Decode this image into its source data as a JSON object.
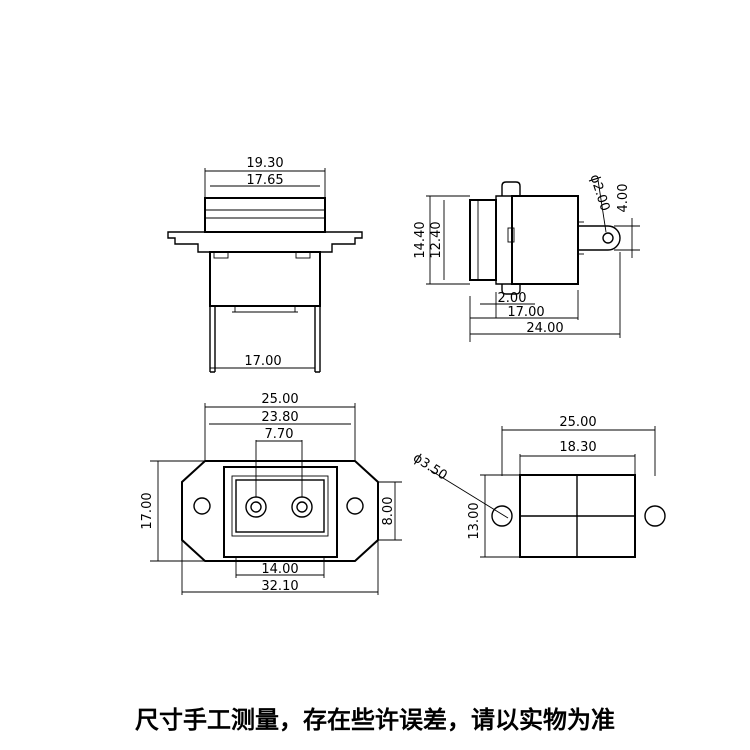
{
  "top_view": {
    "width_outer": "19.30",
    "width_inner": "17.65",
    "terminal_pitch": "17.00"
  },
  "side_view": {
    "height_outer": "14.40",
    "height_inner": "12.40",
    "hole_dia": "ϕ2.00",
    "tab_height": "4.00",
    "depth_a": "2.00",
    "depth_b": "17.00",
    "depth_c": "24.00"
  },
  "front_view": {
    "width_a": "25.00",
    "width_b": "23.80",
    "pin_pitch": "7.70",
    "height": "17.00",
    "height_b": "8.00",
    "inner_width": "14.00",
    "flange_width": "32.10"
  },
  "cutout_view": {
    "hole_pitch": "25.00",
    "cutout_width": "18.30",
    "hole_dia": "ϕ3.50",
    "cutout_height": "13.00"
  },
  "note": "尺寸手工测量，存在些许误差，请以实物为准"
}
